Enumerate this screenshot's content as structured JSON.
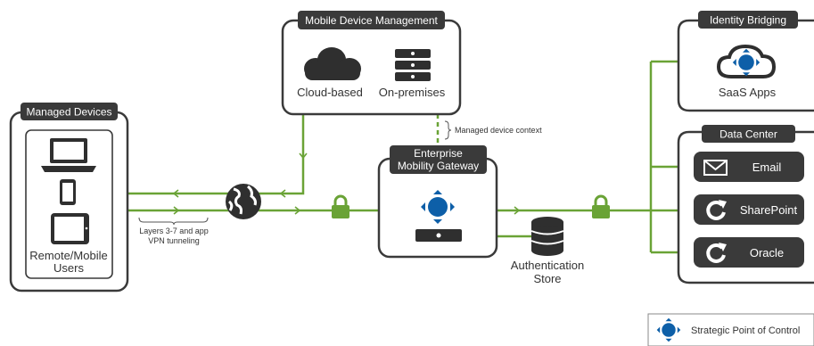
{
  "diagram": {
    "mdm": {
      "title": "Mobile Device Management",
      "cloud_label": "Cloud-based",
      "onprem_label": "On-premises"
    },
    "managed_devices": {
      "title": "Managed Devices",
      "users_label_line1": "Remote/Mobile",
      "users_label_line2": "Users"
    },
    "context_label": "Managed device context",
    "gateway": {
      "title_line1": "Enterprise",
      "title_line2": "Mobility Gateway"
    },
    "vpn_label_line1": "Layers 3-7 and app",
    "vpn_label_line2": "VPN tunneling",
    "auth_store": {
      "line1": "Authentication",
      "line2": "Store"
    },
    "identity_bridging": {
      "title": "Identity Bridging",
      "app_label": "SaaS Apps"
    },
    "data_center": {
      "title": "Data Center",
      "apps": [
        "Email",
        "SharePoint",
        "Oracle"
      ]
    },
    "legend": {
      "label": "Strategic Point of Control"
    },
    "colors": {
      "accent_green": "#6aa336",
      "dark": "#3a3a3a",
      "control_point_blue": "#0d5fa8"
    }
  }
}
